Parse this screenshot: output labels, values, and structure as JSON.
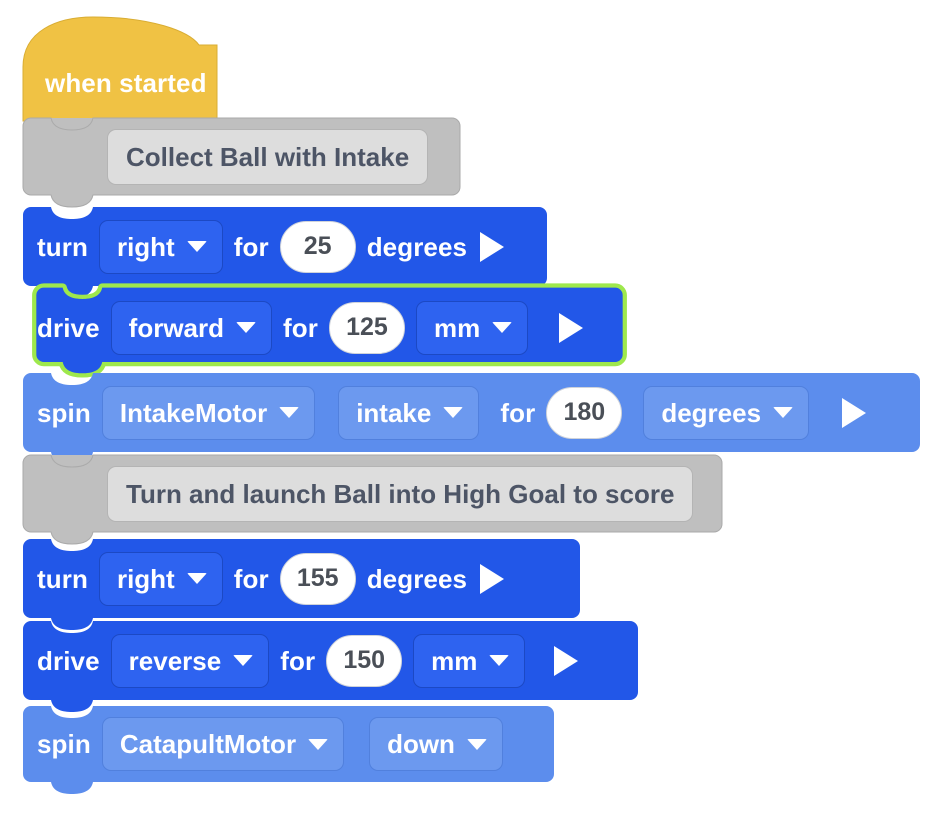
{
  "workspace": {
    "name": "vex-vr-block-program",
    "background": "#ffffff",
    "highlight_color": "#9ee84c"
  },
  "colors": {
    "hat_block": "#f0c244",
    "drivetrain_block": "#2257e8",
    "motor_block": "#5c8ded",
    "comment_block": "#bfbfbf",
    "comment_field": "#dddddd",
    "comment_text": "#4d5566",
    "number_field": "#ffffff",
    "number_text": "#4a4f57"
  },
  "blocks": [
    {
      "id": "when-started",
      "type": "hat",
      "label": "when started"
    },
    {
      "id": "comment-1",
      "type": "comment",
      "text": "Collect Ball with Intake"
    },
    {
      "id": "turn-1",
      "type": "drivetrain",
      "keyword": "turn",
      "direction": "right",
      "for_label": "for",
      "value": "25",
      "unit_label": "degrees",
      "play_icon": "play-triangle-icon"
    },
    {
      "id": "drive-1",
      "type": "drivetrain",
      "selected": true,
      "keyword": "drive",
      "direction": "forward",
      "for_label": "for",
      "value": "125",
      "unit": "mm",
      "play_icon": "play-triangle-icon"
    },
    {
      "id": "spin-1",
      "type": "motor",
      "keyword": "spin",
      "motor": "IntakeMotor",
      "direction": "intake",
      "for_label": "for",
      "value": "180",
      "unit": "degrees",
      "play_icon": "play-triangle-icon"
    },
    {
      "id": "comment-2",
      "type": "comment",
      "text": "Turn and launch Ball into High Goal to score"
    },
    {
      "id": "turn-2",
      "type": "drivetrain",
      "keyword": "turn",
      "direction": "right",
      "for_label": "for",
      "value": "155",
      "unit_label": "degrees",
      "play_icon": "play-triangle-icon"
    },
    {
      "id": "drive-2",
      "type": "drivetrain",
      "keyword": "drive",
      "direction": "reverse",
      "for_label": "for",
      "value": "150",
      "unit": "mm",
      "play_icon": "play-triangle-icon"
    },
    {
      "id": "spin-2",
      "type": "motor",
      "keyword": "spin",
      "motor": "CatapultMotor",
      "direction": "down"
    }
  ]
}
